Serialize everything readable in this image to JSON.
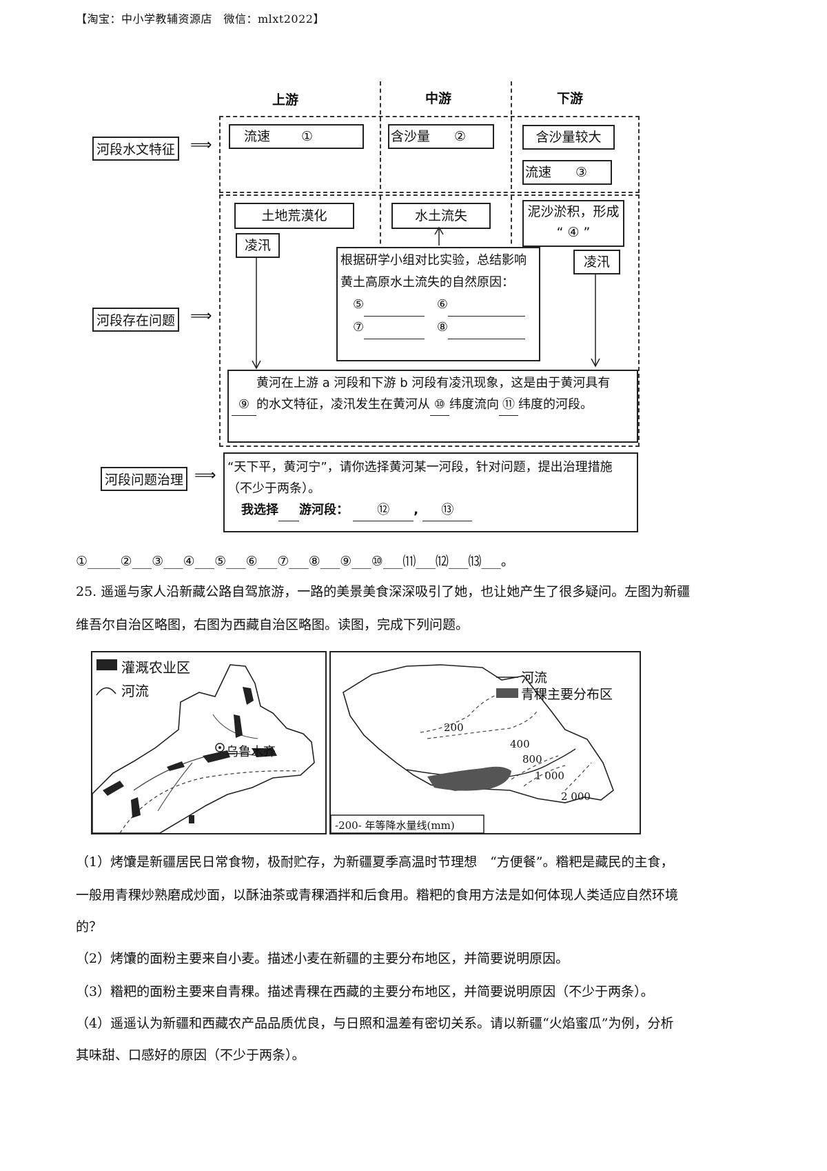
{
  "header": "【淘宝：中小学教辅资源店　微信：mlxt2022】",
  "diagram": {
    "col_upper": "上游",
    "col_middle": "中游",
    "col_lower": "下游",
    "row_hydro": "河段水文特征",
    "row_problem": "河段存在问题",
    "row_govern": "河段问题治理",
    "upper_flow": "流速",
    "m1": "①",
    "middle_sand": "含沙量",
    "m2": "②",
    "lower_sand": "含沙量较大",
    "lower_flow": "流速",
    "m3": "③",
    "upper_desert": "土地荒漠化",
    "upper_ice": "凌汛",
    "middle_soil": "水土流失",
    "lower_silt_1": "泥沙淤积，形成",
    "lower_silt_2": "“ ④ ”",
    "lower_ice": "凌汛",
    "exp_text": "根据研学小组对比实验，总结影响黄土高原水土流失的自然原因：",
    "m5": "⑤",
    "m6": "⑥",
    "m7": "⑦",
    "m8": "⑧",
    "ice_a": "黄河在上游 a 河段和下游 b 河段有凌汛现象，这是由于黄河具有",
    "m9": "⑨",
    "ice_b": "的水文特征，凌汛发生在黄河从",
    "m10": "⑩",
    "ice_c": "纬度流向",
    "m11": "⑪",
    "ice_d": "纬度的河段。",
    "gov_1": "“天下平，黄河宁”，请你选择黄河某一河段，针对问题，提出治理措施（不少于两条）。",
    "gov_choose": "我选择",
    "gov_reach": "游河段：",
    "m12": "⑫",
    "m13": "⑬"
  },
  "answer_line": "①_____②___③___④___⑤___⑥___⑦___⑧___⑨___⑩___⑾___⑿___⒀___。",
  "q25_intro_1": "25. 遥遥与家人沿新藏公路自驾旅游，一路的美景美食深深吸引了她，也让她产生了很多疑问。左图为新疆",
  "q25_intro_2": "维吾尔自治区略图，右图为西藏自治区略图。读图，完成下列问题。",
  "map_left": {
    "legend_irrigation": "灌溉农业区",
    "legend_river": "河流",
    "city": "乌鲁木齐"
  },
  "map_right": {
    "legend_river": "河流",
    "legend_barley": "青稞主要分布区",
    "iso_200": "200",
    "iso_400": "400",
    "iso_800": "800",
    "iso_1000": "1 000",
    "iso_2000": "2 000",
    "caption": "-200- 年等降水量线(mm)"
  },
  "q1_a": "（1）烤馕是新疆居民日常食物，极耐贮存，为新疆夏季高温时节理想　“方便餐”。糌粑是藏民的主食，",
  "q1_b": "一般用青稞炒熟磨成炒面，以酥油茶或青稞酒拌和后食用。糌粑的食用方法是如何体现人类适应自然环境",
  "q1_c": "的？",
  "q2": "（2）烤馕的面粉主要来自小麦。描述小麦在新疆的主要分布地区，并简要说明原因。",
  "q3": "（3）糌粑的面粉主要来自青稞。描述青稞在西藏的主要分布地区，并简要说明原因（不少于两条）。",
  "q4_a": "（4）遥遥认为新疆和西藏农产品品质优良，与日照和温差有密切关系。请以新疆“火焰蜜瓜”为例，分析",
  "q4_b": "其味甜、口感好的原因（不少于两条）。"
}
